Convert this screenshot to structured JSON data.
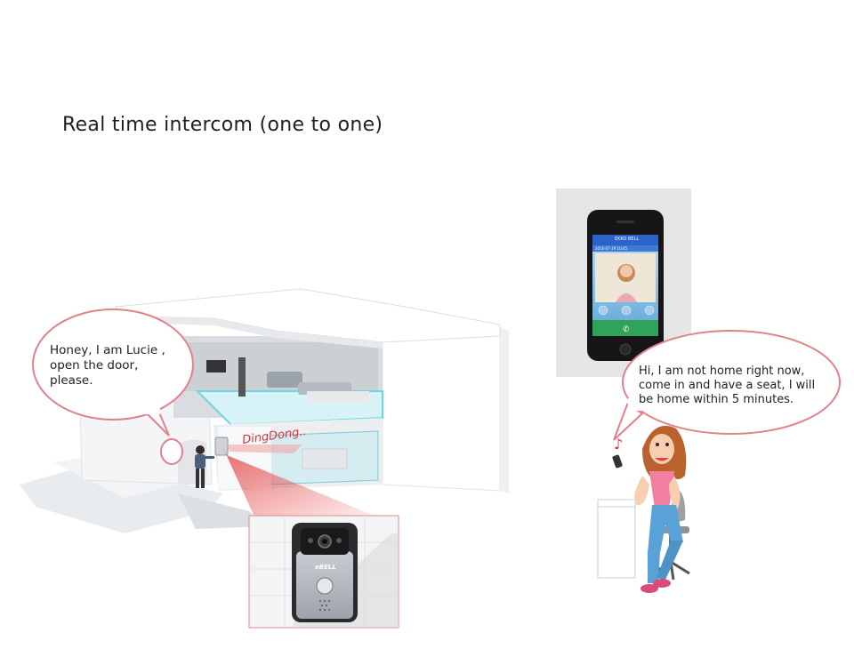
{
  "title": "Real time intercom (one to one)",
  "visitor_bubble": {
    "text": "Honey, I am Lucie ,\n open the door,\n please."
  },
  "owner_bubble": {
    "text": "Hi, I am not home right now,\ncome in and have a seat, I will\nbe home within 5 minutes."
  },
  "ding_label": "DingDong..",
  "phone": {
    "app_title": "EKKO BELL",
    "status_text": "2016-07-19 10:45"
  },
  "doorbell": {
    "brand": "eBELL"
  },
  "colors": {
    "bubble_border": "#e3808a",
    "ding_red": "#d8333c",
    "phone_blue": "#2a63c9"
  }
}
